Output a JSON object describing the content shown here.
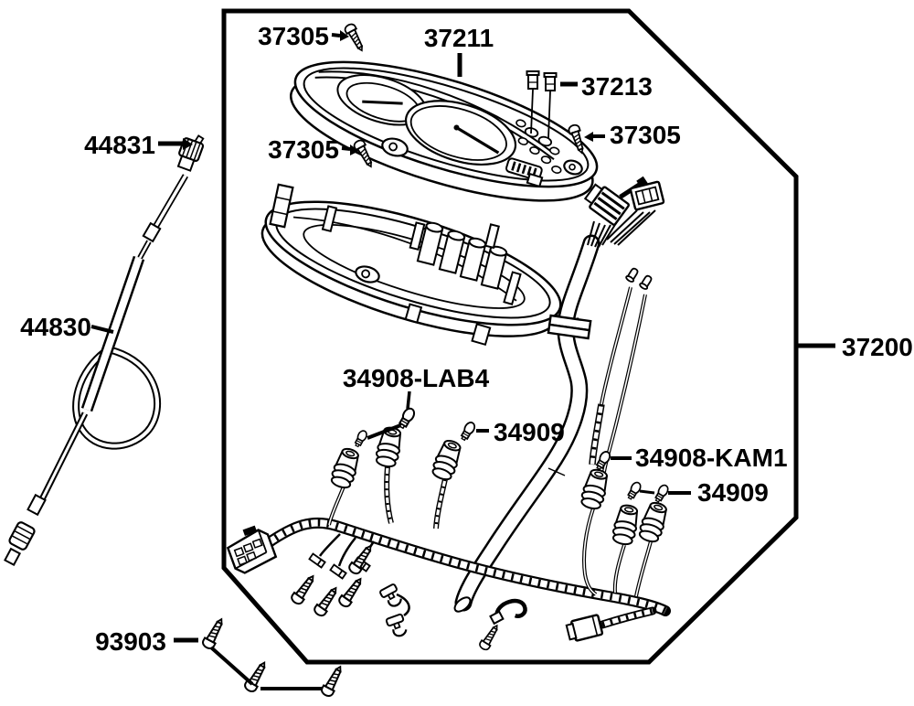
{
  "figure": {
    "type": "exploded-parts-diagram",
    "background": "#ffffff",
    "line_color": "#000000",
    "labels": {
      "p37305_top": "37305",
      "p37211": "37211",
      "p37213": "37213",
      "p37305_right": "37305",
      "p37305_left": "37305",
      "p44831": "44831",
      "p44830": "44830",
      "p37200": "37200",
      "p34908_lab4": "34908-LAB4",
      "p34909_a": "34909",
      "p34908_kam1": "34908-KAM1",
      "p34909_b": "34909",
      "p93903": "93903"
    }
  }
}
